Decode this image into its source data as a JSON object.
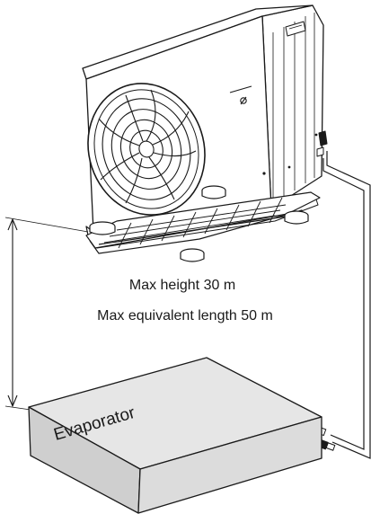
{
  "labels": {
    "max_height": "Max height 30 m",
    "max_length": "Max equivalent length 50 m",
    "evaporator": "Evaporator"
  },
  "colors": {
    "line": "#1a1a1a",
    "evaporator_fill": "#d9d9d9",
    "unit_fill": "#ffffff"
  }
}
